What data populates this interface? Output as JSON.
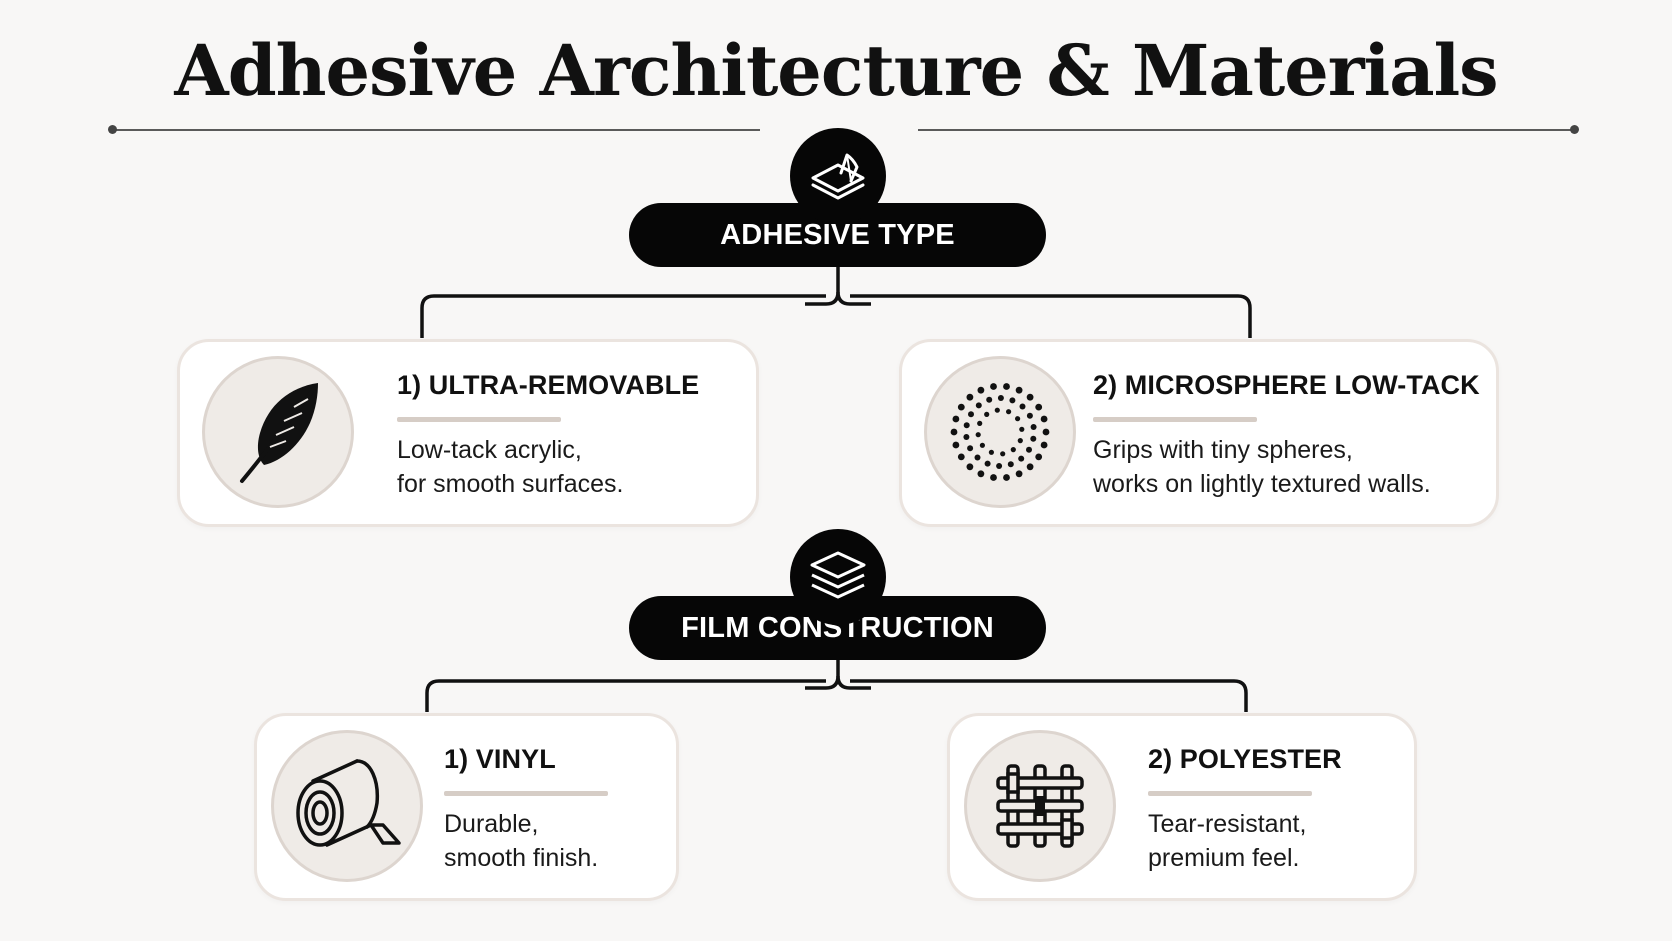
{
  "title": "Adhesive Architecture & Materials",
  "sections": {
    "adhesive": {
      "label": "ADHESIVE TYPE",
      "icon": "peeling-sheet-icon",
      "items": [
        {
          "title": "1) ULTRA-REMOVABLE",
          "line1": "Low-tack acrylic,",
          "line2": "for smooth surfaces.",
          "icon": "feather-icon"
        },
        {
          "title": "2) MICROSPHERE LOW-TACK",
          "line1": "Grips with tiny spheres,",
          "line2": "works on lightly textured walls.",
          "icon": "microsphere-dots-icon"
        }
      ]
    },
    "film": {
      "label": "FILM CONSTRUCTION",
      "icon": "stacked-layers-icon",
      "items": [
        {
          "title": "1) VINYL",
          "line1": "Durable,",
          "line2": "smooth finish.",
          "icon": "film-roll-icon"
        },
        {
          "title": "2) POLYESTER",
          "line1": "Tear-resistant,",
          "line2": "premium feel.",
          "icon": "woven-mesh-icon"
        }
      ]
    }
  },
  "colors": {
    "background": "#f8f7f6",
    "pill": "#060606",
    "card_border": "#ebe4df",
    "accent_bar": "#d6cdc6",
    "icon_circle": "#efebe7"
  }
}
